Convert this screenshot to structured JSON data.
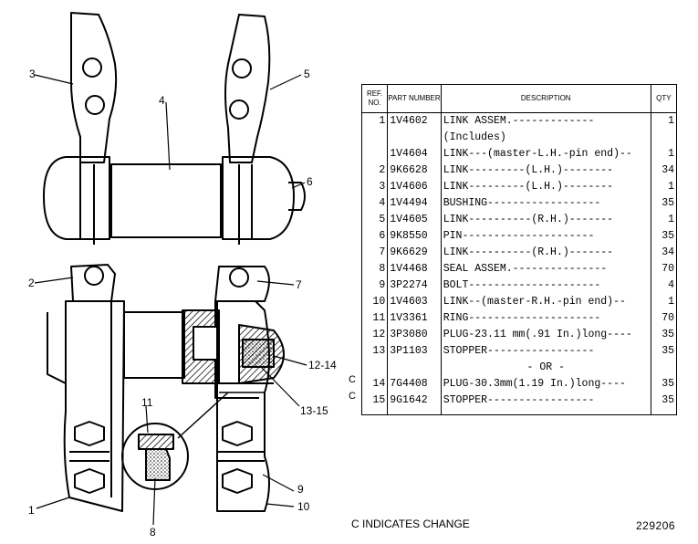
{
  "callouts": [
    {
      "id": "c3",
      "text": "3"
    },
    {
      "id": "c4",
      "text": "4"
    },
    {
      "id": "c5",
      "text": "5"
    },
    {
      "id": "c6",
      "text": "6"
    },
    {
      "id": "c2",
      "text": "2"
    },
    {
      "id": "c7",
      "text": "7"
    },
    {
      "id": "c12",
      "text": "12-14"
    },
    {
      "id": "c13",
      "text": "13-15"
    },
    {
      "id": "c11",
      "text": "11"
    },
    {
      "id": "c9",
      "text": "9"
    },
    {
      "id": "c10",
      "text": "10"
    },
    {
      "id": "c1",
      "text": "1"
    },
    {
      "id": "c8",
      "text": "8"
    }
  ],
  "table": {
    "headers": {
      "ref": "REF. NO.",
      "part": "PART NUMBER",
      "description": "DESCRIPTION",
      "qty": "QTY"
    },
    "rows": [
      {
        "change": "",
        "ref": "1",
        "part": "1V4602",
        "description": "LINK ASSEM.-------------",
        "qty": "1",
        "indent": false
      },
      {
        "change": "",
        "ref": "",
        "part": "",
        "description": "(Includes)",
        "qty": "",
        "indent": true
      },
      {
        "change": "",
        "ref": "",
        "part": "1V4604",
        "description": "LINK---(master-L.H.-pin end)--",
        "qty": "1",
        "indent": true
      },
      {
        "change": "",
        "ref": "2",
        "part": "9K6628",
        "description": "LINK---------(L.H.)--------",
        "qty": "34",
        "indent": true
      },
      {
        "change": "",
        "ref": "3",
        "part": "1V4606",
        "description": "LINK---------(L.H.)--------",
        "qty": "1",
        "indent": true
      },
      {
        "change": "",
        "ref": "4",
        "part": "1V4494",
        "description": "BUSHING------------------",
        "qty": "35",
        "indent": true
      },
      {
        "change": "",
        "ref": "5",
        "part": "1V4605",
        "description": "LINK----------(R.H.)-------",
        "qty": "1",
        "indent": true
      },
      {
        "change": "",
        "ref": "6",
        "part": "9K8550",
        "description": "PIN---------------------",
        "qty": "35",
        "indent": true
      },
      {
        "change": "",
        "ref": "7",
        "part": "9K6629",
        "description": "LINK----------(R.H.)-------",
        "qty": "34",
        "indent": true
      },
      {
        "change": "",
        "ref": "8",
        "part": "1V4468",
        "description": "SEAL ASSEM.---------------",
        "qty": "70",
        "indent": true
      },
      {
        "change": "",
        "ref": "9",
        "part": "3P2274",
        "description": "BOLT---------------------",
        "qty": "4",
        "indent": true
      },
      {
        "change": "",
        "ref": "10",
        "part": "1V4603",
        "description": "LINK--(master-R.H.-pin end)--",
        "qty": "1",
        "indent": true
      },
      {
        "change": "",
        "ref": "11",
        "part": "1V3361",
        "description": "RING---------------------",
        "qty": "70",
        "indent": true
      },
      {
        "change": "",
        "ref": "12",
        "part": "3P3080",
        "description": "PLUG-23.11 mm(.91 In.)long----",
        "qty": "35",
        "indent": true
      },
      {
        "change": "",
        "ref": "13",
        "part": "3P1103",
        "description": "STOPPER-----------------",
        "qty": "35",
        "indent": true
      },
      {
        "change": "",
        "ref": "",
        "part": "",
        "description": "- OR -",
        "qty": "",
        "indent": false,
        "center": true
      },
      {
        "change": "C",
        "ref": "14",
        "part": "7G4408",
        "description": "PLUG-30.3mm(1.19 In.)long----",
        "qty": "35",
        "indent": true
      },
      {
        "change": "C",
        "ref": "15",
        "part": "9G1642",
        "description": "STOPPER-----------------",
        "qty": "35",
        "indent": true
      }
    ]
  },
  "footer_note": "C INDICATES CHANGE",
  "figure_number": "229206"
}
